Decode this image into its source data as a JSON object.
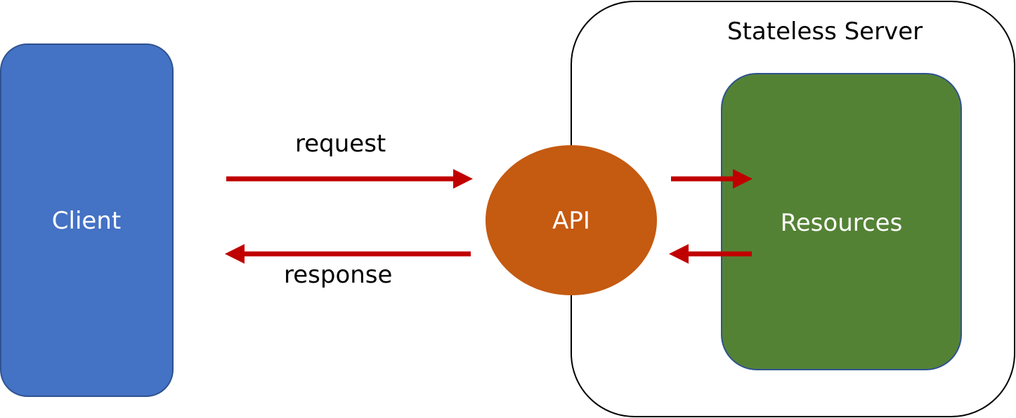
{
  "server": {
    "title": "Stateless Server"
  },
  "nodes": {
    "client": "Client",
    "api": "API",
    "resources": "Resources"
  },
  "edges": {
    "request": "request",
    "response": "response"
  },
  "colors": {
    "client_fill": "#4472C4",
    "client_stroke": "#2F528F",
    "api_fill": "#C55A11",
    "resources_fill": "#548235",
    "resources_stroke": "#2F528F",
    "arrow": "#C00000",
    "server_stroke": "#000000"
  }
}
